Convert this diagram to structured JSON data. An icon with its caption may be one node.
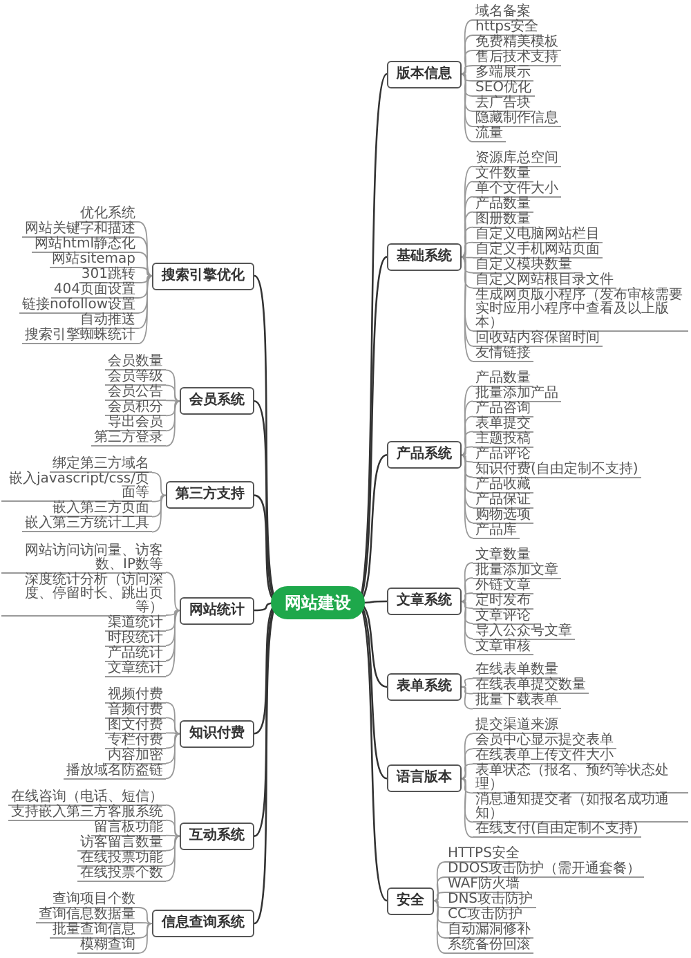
{
  "diagram": {
    "nodes": [
      {
        "text": [
          "网站建设"
        ]
      },
      {
        "text": [
          "版本信息"
        ]
      },
      {
        "text": [
          "域名备案"
        ]
      },
      {
        "text": [
          "https安全"
        ]
      },
      {
        "text": [
          "免费精美模板"
        ]
      },
      {
        "text": [
          "售后技术支持"
        ]
      },
      {
        "text": [
          "多端展示"
        ]
      },
      {
        "text": [
          "SEO优化"
        ]
      },
      {
        "text": [
          "去广告块"
        ]
      },
      {
        "text": [
          "隐藏制作信息"
        ]
      },
      {
        "text": [
          "流量"
        ]
      },
      {
        "text": [
          "基础系统"
        ]
      },
      {
        "text": [
          "资源库总空间"
        ]
      },
      {
        "text": [
          "文件数量"
        ]
      },
      {
        "text": [
          "单个文件大小"
        ]
      },
      {
        "text": [
          "产品数量"
        ]
      },
      {
        "text": [
          "图册数量"
        ]
      },
      {
        "text": [
          "自定义电脑网站栏目"
        ]
      },
      {
        "text": [
          "自定义手机网站页面"
        ]
      },
      {
        "text": [
          "自定义模块数量"
        ]
      },
      {
        "text": [
          "自定义网站根目录文件"
        ]
      },
      {
        "text": [
          "生成网页版小程序（发布审核需要实时应用小程序中查看及以上版本）"
        ]
      },
      {
        "text": [
          "回收站内容保留时间"
        ]
      },
      {
        "text": [
          "友情链接"
        ]
      },
      {
        "text": [
          "产品系统"
        ]
      },
      {
        "text": [
          "产品数量"
        ]
      },
      {
        "text": [
          "批量添加产品"
        ]
      },
      {
        "text": [
          "产品咨询"
        ]
      },
      {
        "text": [
          "表单提交"
        ]
      },
      {
        "text": [
          "主题投稿"
        ]
      },
      {
        "text": [
          "产品评论"
        ]
      },
      {
        "text": [
          "知识付费(自由定制不支持)"
        ]
      },
      {
        "text": [
          "产品收藏"
        ]
      },
      {
        "text": [
          "产品保证"
        ]
      },
      {
        "text": [
          "购物选项"
        ]
      },
      {
        "text": [
          "产品库"
        ]
      },
      {
        "text": [
          "文章系统"
        ]
      },
      {
        "text": [
          "文章数量"
        ]
      },
      {
        "text": [
          "批量添加文章"
        ]
      },
      {
        "text": [
          "外链文章"
        ]
      },
      {
        "text": [
          "定时发布"
        ]
      },
      {
        "text": [
          "文章评论"
        ]
      },
      {
        "text": [
          "导入公众号文章"
        ]
      },
      {
        "text": [
          "文章审核"
        ]
      },
      {
        "text": [
          "表单系统"
        ]
      },
      {
        "text": [
          "在线表单数量"
        ]
      },
      {
        "text": [
          "在线表单提交数量"
        ]
      },
      {
        "text": [
          "批量下载表单"
        ]
      },
      {
        "text": [
          "语言版本"
        ]
      },
      {
        "text": [
          "提交渠道来源"
        ]
      },
      {
        "text": [
          "会员中心显示提交表单"
        ]
      },
      {
        "text": [
          "在线表单上传文件大小"
        ]
      },
      {
        "text": [
          "表单状态（报名、预约等状态处理）"
        ]
      },
      {
        "text": [
          "消息通知提交者（如报名成功通知）"
        ]
      },
      {
        "text": [
          "在线支付(自由定制不支持)"
        ]
      },
      {
        "text": [
          "安全"
        ]
      },
      {
        "text": [
          "HTTPS安全"
        ]
      },
      {
        "text": [
          "DDOS攻击防护（需开通套餐）"
        ]
      },
      {
        "text": [
          "WAF防火墙"
        ]
      },
      {
        "text": [
          "DNS攻击防护"
        ]
      },
      {
        "text": [
          "CC攻击防护"
        ]
      },
      {
        "text": [
          "自动漏洞修补"
        ]
      },
      {
        "text": [
          "系统备份回滚"
        ]
      },
      {
        "text": [
          "搜索引擎优化"
        ]
      },
      {
        "text": [
          "优化系统"
        ]
      },
      {
        "text": [
          "网站关键字和描述"
        ]
      },
      {
        "text": [
          "网站html静态化"
        ]
      },
      {
        "text": [
          "网站sitemap"
        ]
      },
      {
        "text": [
          "301跳转"
        ]
      },
      {
        "text": [
          "404页面设置"
        ]
      },
      {
        "text": [
          "链接nofollow设置"
        ]
      },
      {
        "text": [
          "自动推送"
        ]
      },
      {
        "text": [
          "搜索引擎蜘蛛统计"
        ]
      },
      {
        "text": [
          "会员系统"
        ]
      },
      {
        "text": [
          "会员数量"
        ]
      },
      {
        "text": [
          "会员等级"
        ]
      },
      {
        "text": [
          "会员公告"
        ]
      },
      {
        "text": [
          "会员积分"
        ]
      },
      {
        "text": [
          "导出会员"
        ]
      },
      {
        "text": [
          "第三方登录"
        ]
      },
      {
        "text": [
          "第三方支持"
        ]
      },
      {
        "text": [
          "绑定第三方域名"
        ]
      },
      {
        "text": [
          "嵌入javascript/css/页面等"
        ]
      },
      {
        "text": [
          "嵌入第三方页面"
        ]
      },
      {
        "text": [
          "嵌入第三方统计工具"
        ]
      },
      {
        "text": [
          "网站统计"
        ]
      },
      {
        "text": [
          "网站访问访问量、访客数、IP数等"
        ]
      },
      {
        "text": [
          "深度统计分析（访问深度、停留时长、跳出页等）"
        ]
      },
      {
        "text": [
          "渠道统计"
        ]
      },
      {
        "text": [
          "时段统计"
        ]
      },
      {
        "text": [
          "产品统计"
        ]
      },
      {
        "text": [
          "文章统计"
        ]
      },
      {
        "text": [
          "知识付费"
        ]
      },
      {
        "text": [
          "视频付费"
        ]
      },
      {
        "text": [
          "音频付费"
        ]
      },
      {
        "text": [
          "图文付费"
        ]
      },
      {
        "text": [
          "专栏付费"
        ]
      },
      {
        "text": [
          "内容加密"
        ]
      },
      {
        "text": [
          "播放域名防盗链"
        ]
      },
      {
        "text": [
          "互动系统"
        ]
      },
      {
        "text": [
          "在线咨询（电话、短信）"
        ]
      },
      {
        "text": [
          "支持嵌入第三方客服系统"
        ]
      },
      {
        "text": [
          "留言板功能"
        ]
      },
      {
        "text": [
          "访客留言数量"
        ]
      },
      {
        "text": [
          "在线投票功能"
        ]
      },
      {
        "text": [
          "在线投票个数"
        ]
      },
      {
        "text": [
          "信息查询系统"
        ]
      },
      {
        "text": [
          "查询项目个数"
        ]
      },
      {
        "text": [
          "查询信息数据量"
        ]
      },
      {
        "text": [
          "批量查询信息"
        ]
      },
      {
        "text": [
          "模糊查询"
        ]
      }
    ],
    "edges": [
      {
        "from": 0,
        "to": 1,
        "arrow": "none",
        "color": "#333333"
      },
      {
        "from": 0,
        "to": 11,
        "arrow": "none",
        "color": "#333333"
      },
      {
        "from": 0,
        "to": 24,
        "arrow": "none",
        "color": "#333333"
      },
      {
        "from": 0,
        "to": 36,
        "arrow": "none",
        "color": "#333333"
      },
      {
        "from": 0,
        "to": 44,
        "arrow": "none",
        "color": "#333333"
      },
      {
        "from": 0,
        "to": 48,
        "arrow": "none",
        "color": "#333333"
      },
      {
        "from": 0,
        "to": 55,
        "arrow": "none",
        "color": "#333333"
      },
      {
        "from": 0,
        "to": 63,
        "arrow": "none",
        "color": "#333333"
      },
      {
        "from": 0,
        "to": 73,
        "arrow": "none",
        "color": "#333333"
      },
      {
        "from": 0,
        "to": 80,
        "arrow": "none",
        "color": "#333333"
      },
      {
        "from": 0,
        "to": 85,
        "arrow": "none",
        "color": "#333333"
      },
      {
        "from": 0,
        "to": 92,
        "arrow": "none",
        "color": "#333333"
      },
      {
        "from": 0,
        "to": 99,
        "arrow": "none",
        "color": "#333333"
      },
      {
        "from": 0,
        "to": 106,
        "arrow": "none",
        "color": "#333333"
      },
      {
        "from": 1,
        "to": 2,
        "arrow": "none"
      },
      {
        "from": 1,
        "to": 3,
        "arrow": "none"
      },
      {
        "from": 1,
        "to": 4,
        "arrow": "none"
      },
      {
        "from": 1,
        "to": 5,
        "arrow": "none"
      },
      {
        "from": 1,
        "to": 6,
        "arrow": "none"
      },
      {
        "from": 1,
        "to": 7,
        "arrow": "none"
      },
      {
        "from": 1,
        "to": 8,
        "arrow": "none"
      },
      {
        "from": 1,
        "to": 9,
        "arrow": "none"
      },
      {
        "from": 1,
        "to": 10,
        "arrow": "none"
      },
      {
        "from": 11,
        "to": 12,
        "arrow": "none"
      },
      {
        "from": 11,
        "to": 13,
        "arrow": "none"
      },
      {
        "from": 11,
        "to": 14,
        "arrow": "none"
      },
      {
        "from": 11,
        "to": 15,
        "arrow": "none"
      },
      {
        "from": 11,
        "to": 16,
        "arrow": "none"
      },
      {
        "from": 11,
        "to": 17,
        "arrow": "none"
      },
      {
        "from": 11,
        "to": 18,
        "arrow": "none"
      },
      {
        "from": 11,
        "to": 19,
        "arrow": "none"
      },
      {
        "from": 11,
        "to": 20,
        "arrow": "none"
      },
      {
        "from": 11,
        "to": 21,
        "arrow": "none"
      },
      {
        "from": 11,
        "to": 22,
        "arrow": "none"
      },
      {
        "from": 11,
        "to": 23,
        "arrow": "none"
      },
      {
        "from": 24,
        "to": 25,
        "arrow": "none"
      },
      {
        "from": 24,
        "to": 26,
        "arrow": "none"
      },
      {
        "from": 24,
        "to": 27,
        "arrow": "none"
      },
      {
        "from": 24,
        "to": 28,
        "arrow": "none"
      },
      {
        "from": 24,
        "to": 29,
        "arrow": "none"
      },
      {
        "from": 24,
        "to": 30,
        "arrow": "none"
      },
      {
        "from": 24,
        "to": 31,
        "arrow": "none"
      },
      {
        "from": 24,
        "to": 32,
        "arrow": "none"
      },
      {
        "from": 24,
        "to": 33,
        "arrow": "none"
      },
      {
        "from": 24,
        "to": 34,
        "arrow": "none"
      },
      {
        "from": 24,
        "to": 35,
        "arrow": "none"
      },
      {
        "from": 36,
        "to": 37,
        "arrow": "none"
      },
      {
        "from": 36,
        "to": 38,
        "arrow": "none"
      },
      {
        "from": 36,
        "to": 39,
        "arrow": "none"
      },
      {
        "from": 36,
        "to": 40,
        "arrow": "none"
      },
      {
        "from": 36,
        "to": 41,
        "arrow": "none"
      },
      {
        "from": 36,
        "to": 42,
        "arrow": "none"
      },
      {
        "from": 36,
        "to": 43,
        "arrow": "none"
      },
      {
        "from": 44,
        "to": 45,
        "arrow": "none"
      },
      {
        "from": 44,
        "to": 46,
        "arrow": "none"
      },
      {
        "from": 44,
        "to": 47,
        "arrow": "none"
      },
      {
        "from": 48,
        "to": 49,
        "arrow": "none"
      },
      {
        "from": 48,
        "to": 50,
        "arrow": "none"
      },
      {
        "from": 48,
        "to": 51,
        "arrow": "none"
      },
      {
        "from": 48,
        "to": 52,
        "arrow": "none"
      },
      {
        "from": 48,
        "to": 53,
        "arrow": "none"
      },
      {
        "from": 48,
        "to": 54,
        "arrow": "none"
      },
      {
        "from": 55,
        "to": 56,
        "arrow": "none"
      },
      {
        "from": 55,
        "to": 57,
        "arrow": "none"
      },
      {
        "from": 55,
        "to": 58,
        "arrow": "none"
      },
      {
        "from": 55,
        "to": 59,
        "arrow": "none"
      },
      {
        "from": 55,
        "to": 60,
        "arrow": "none"
      },
      {
        "from": 55,
        "to": 61,
        "arrow": "none"
      },
      {
        "from": 55,
        "to": 62,
        "arrow": "none"
      },
      {
        "from": 63,
        "to": 64,
        "arrow": "none"
      },
      {
        "from": 63,
        "to": 65,
        "arrow": "none"
      },
      {
        "from": 63,
        "to": 66,
        "arrow": "none"
      },
      {
        "from": 63,
        "to": 67,
        "arrow": "none"
      },
      {
        "from": 63,
        "to": 68,
        "arrow": "none"
      },
      {
        "from": 63,
        "to": 69,
        "arrow": "none"
      },
      {
        "from": 63,
        "to": 70,
        "arrow": "none"
      },
      {
        "from": 63,
        "to": 71,
        "arrow": "none"
      },
      {
        "from": 63,
        "to": 72,
        "arrow": "none"
      },
      {
        "from": 73,
        "to": 74,
        "arrow": "none"
      },
      {
        "from": 73,
        "to": 75,
        "arrow": "none"
      },
      {
        "from": 73,
        "to": 76,
        "arrow": "none"
      },
      {
        "from": 73,
        "to": 77,
        "arrow": "none"
      },
      {
        "from": 73,
        "to": 78,
        "arrow": "none"
      },
      {
        "from": 73,
        "to": 79,
        "arrow": "none"
      },
      {
        "from": 80,
        "to": 81,
        "arrow": "none"
      },
      {
        "from": 80,
        "to": 82,
        "arrow": "none"
      },
      {
        "from": 80,
        "to": 83,
        "arrow": "none"
      },
      {
        "from": 80,
        "to": 84,
        "arrow": "none"
      },
      {
        "from": 85,
        "to": 86,
        "arrow": "none"
      },
      {
        "from": 85,
        "to": 87,
        "arrow": "none"
      },
      {
        "from": 85,
        "to": 88,
        "arrow": "none"
      },
      {
        "from": 85,
        "to": 89,
        "arrow": "none"
      },
      {
        "from": 85,
        "to": 90,
        "arrow": "none"
      },
      {
        "from": 85,
        "to": 91,
        "arrow": "none"
      },
      {
        "from": 92,
        "to": 93,
        "arrow": "none"
      },
      {
        "from": 92,
        "to": 94,
        "arrow": "none"
      },
      {
        "from": 92,
        "to": 95,
        "arrow": "none"
      },
      {
        "from": 92,
        "to": 96,
        "arrow": "none"
      },
      {
        "from": 92,
        "to": 97,
        "arrow": "none"
      },
      {
        "from": 92,
        "to": 98,
        "arrow": "none"
      },
      {
        "from": 99,
        "to": 100,
        "arrow": "none"
      },
      {
        "from": 99,
        "to": 101,
        "arrow": "none"
      },
      {
        "from": 99,
        "to": 102,
        "arrow": "none"
      },
      {
        "from": 99,
        "to": 103,
        "arrow": "none"
      },
      {
        "from": 99,
        "to": 104,
        "arrow": "none"
      },
      {
        "from": 99,
        "to": 105,
        "arrow": "none"
      },
      {
        "from": 106,
        "to": 107,
        "arrow": "none"
      },
      {
        "from": 106,
        "to": 108,
        "arrow": "none"
      },
      {
        "from": 106,
        "to": 109,
        "arrow": "none"
      },
      {
        "from": 106,
        "to": 110,
        "arrow": "none"
      }
    ]
  }
}
